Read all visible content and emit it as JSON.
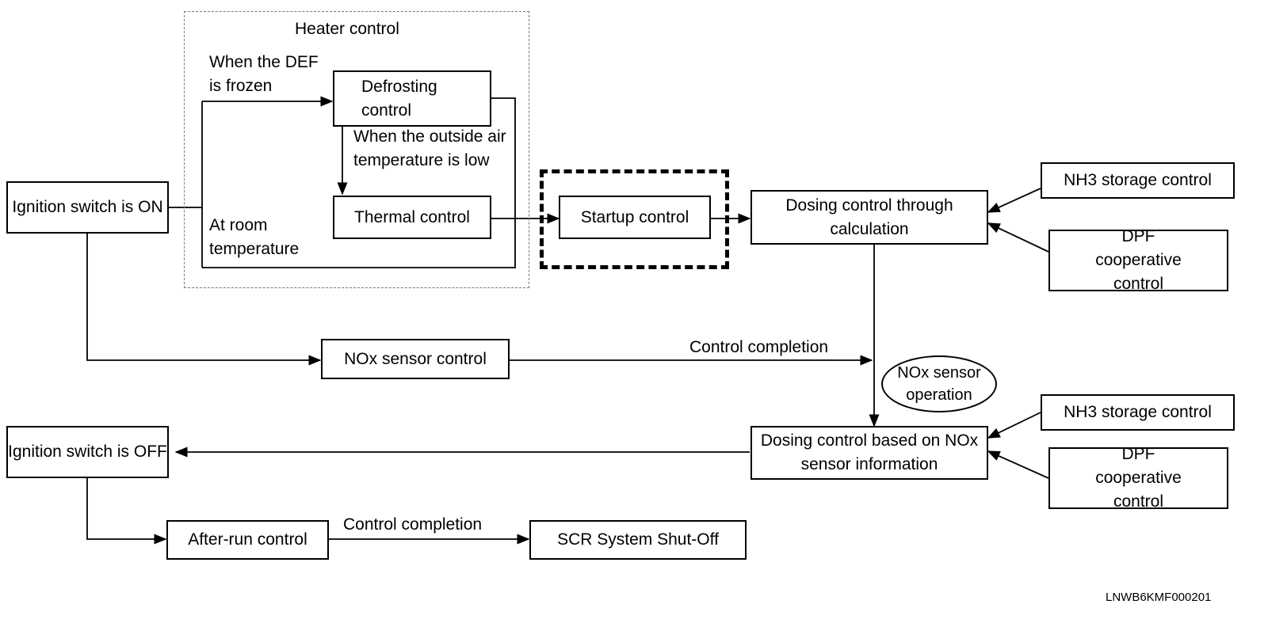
{
  "regions": {
    "heater_control": "Heater control"
  },
  "nodes": {
    "ignition_on": "Ignition switch is ON",
    "defrosting": "Defrosting control",
    "thermal": "Thermal control",
    "startup": "Startup control",
    "dosing_calc": "Dosing control through calculation",
    "nh3_storage_1": "NH3 storage control",
    "dpf_coop_1": "DPF cooperative control",
    "nox_sensor_control": "NOx sensor control",
    "nox_sensor_operation": "NOx sensor operation",
    "dosing_nox": "Dosing control based on NOx sensor information",
    "nh3_storage_2": "NH3 storage control",
    "dpf_coop_2": "DPF cooperative control",
    "ignition_off": "Ignition switch is OFF",
    "after_run": "After-run control",
    "scr_shutoff": "SCR System Shut-Off"
  },
  "edge_labels": {
    "def_frozen": "When the DEF is frozen",
    "outside_air_low": "When the outside air temperature is low",
    "room_temp": "At room temperature",
    "control_completion_1": "Control completion",
    "control_completion_2": "Control completion"
  },
  "figure_code": "LNWB6KMF000201"
}
